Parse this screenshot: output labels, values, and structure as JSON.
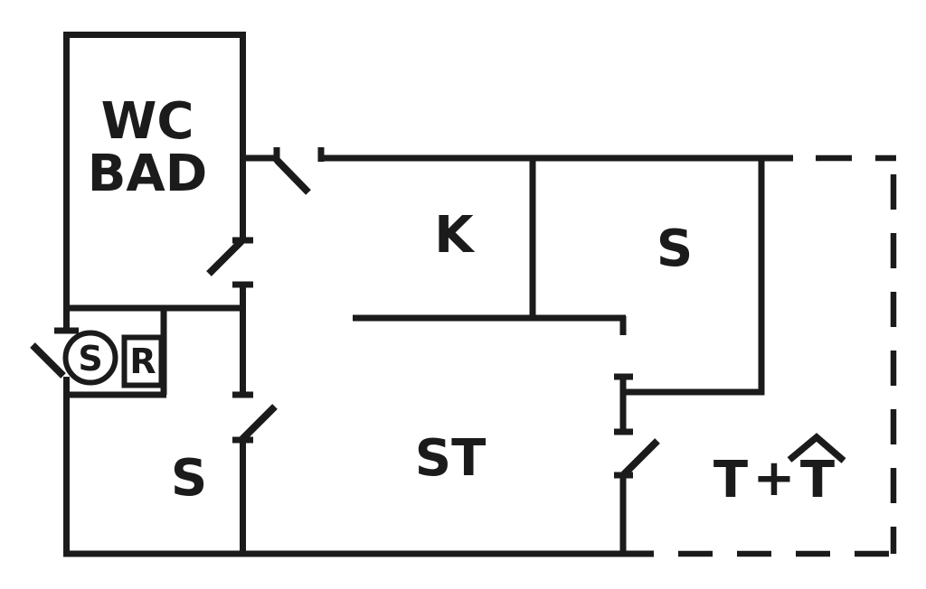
{
  "colors": {
    "line": "#1b1b1b",
    "background": "#ffffff"
  },
  "rooms": {
    "wc_bad": {
      "line1": "WC",
      "line2": "BAD"
    },
    "kitchen": {
      "label": "K"
    },
    "bedroom_top": {
      "label": "S"
    },
    "bedroom_left": {
      "label": "S"
    },
    "living_room": {
      "label": "ST"
    }
  },
  "terrace": {
    "t_open": "T",
    "plus": "+",
    "t_covered": "T"
  },
  "fixtures": {
    "circle_symbol": "S",
    "box_symbol": "R"
  }
}
